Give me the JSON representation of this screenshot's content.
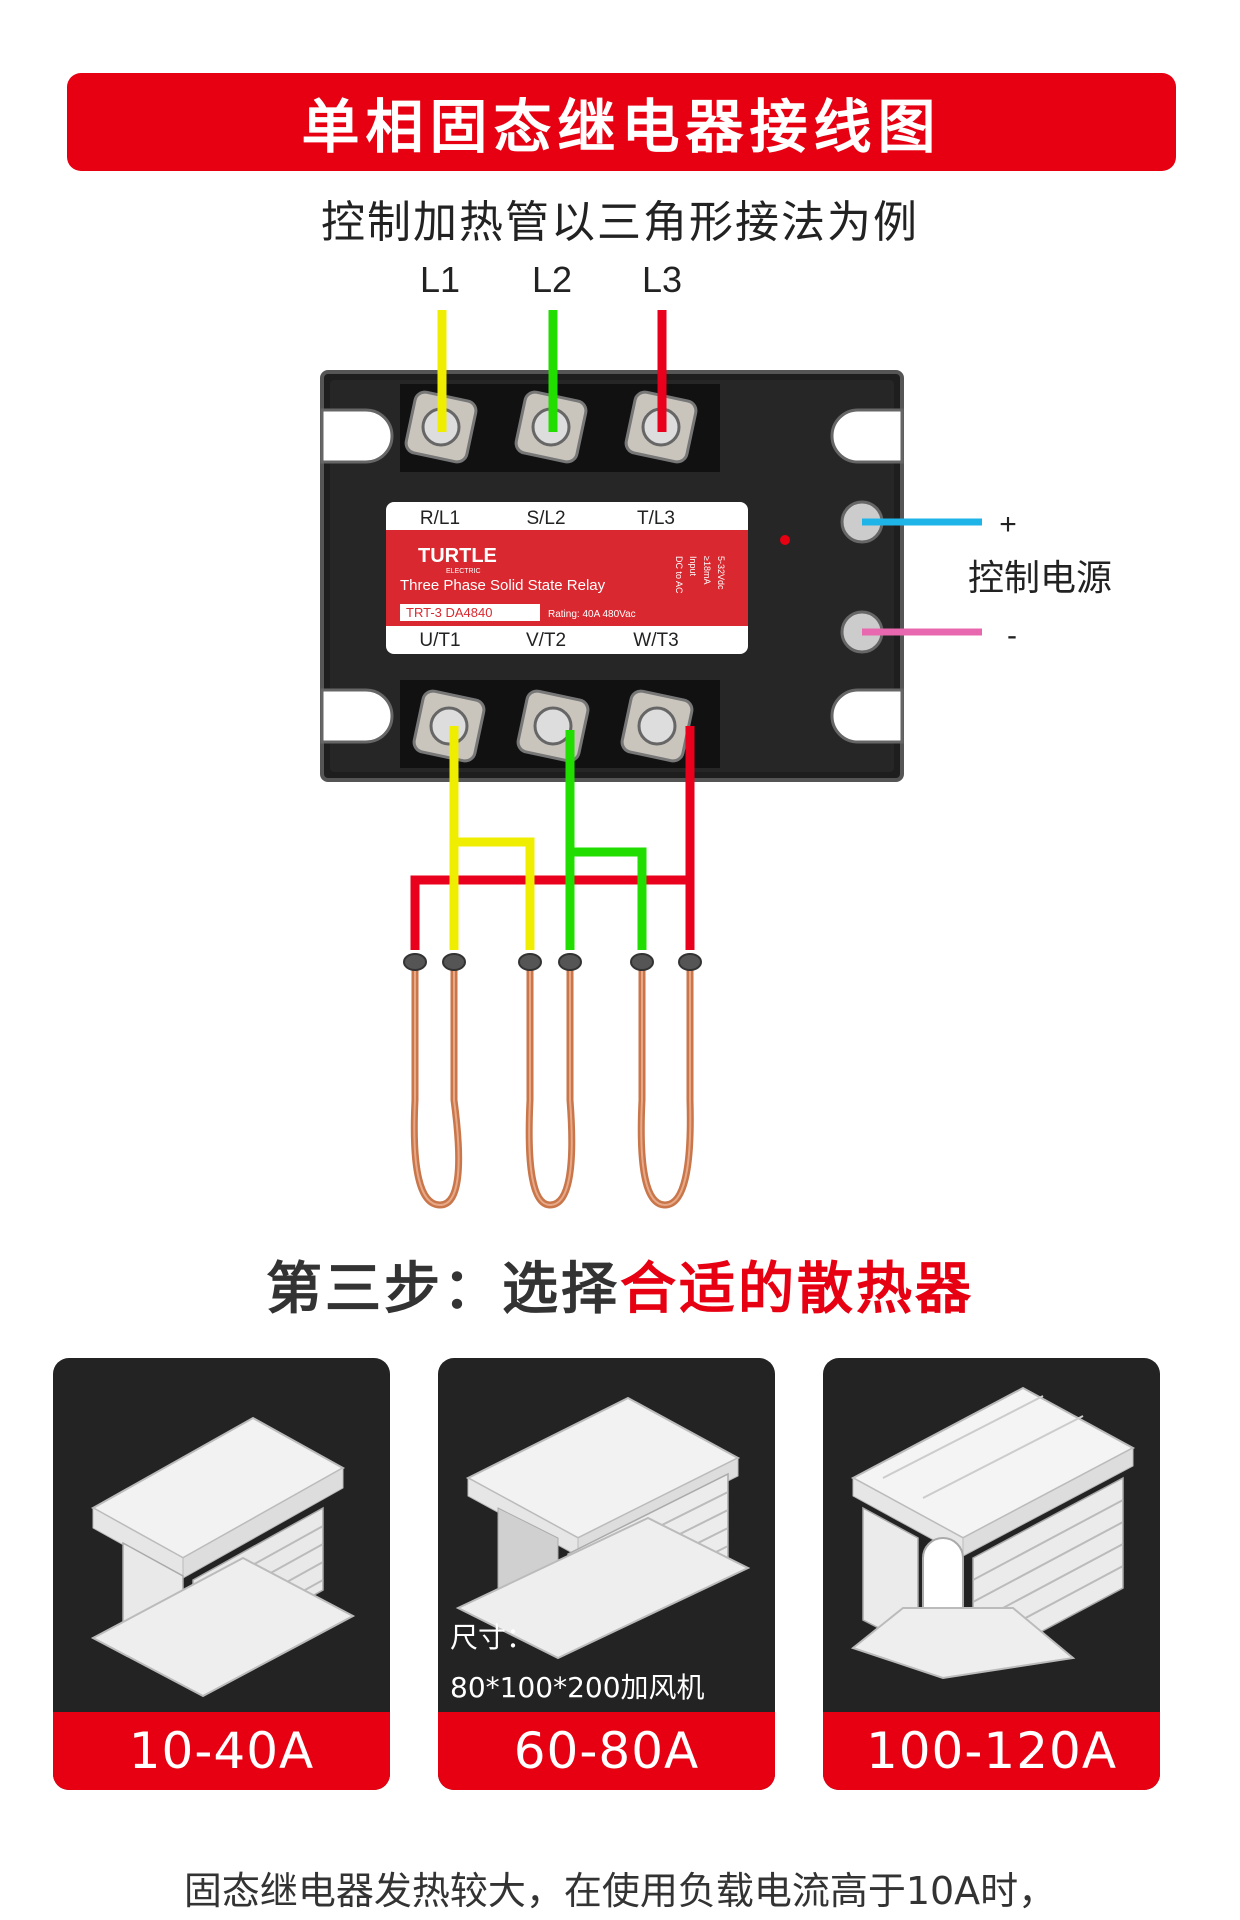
{
  "banner": {
    "title": "单相固态继电器接线图"
  },
  "subtitle": "控制加热管以三角形接法为例",
  "phases": [
    "L1",
    "L2",
    "L3"
  ],
  "relay": {
    "top_terminals": [
      "R/L1",
      "S/L2",
      "T/L3"
    ],
    "bottom_terminals": [
      "U/T1",
      "V/T2",
      "W/T3"
    ],
    "brand": "TURTLE",
    "brand_sub": "ELECTRIC",
    "description": "Three Phase Solid State Relay",
    "model": "TRT-3 DA4840",
    "rating": "Rating: 40A 480Vac",
    "side_text": [
      "DC to AC",
      "Input",
      "≥18mA",
      "5-32Vdc"
    ]
  },
  "control": {
    "plus": "+",
    "minus": "-",
    "label": "控制电源"
  },
  "colors": {
    "accent": "#e60012",
    "L1": "#f0ee00",
    "L2": "#22dd00",
    "L3": "#e8001c",
    "ctrl_plus": "#1eb4e8",
    "ctrl_minus": "#e868b0"
  },
  "step3": {
    "prefix": "第三步：选择",
    "highlight": "合适的散热器"
  },
  "heatsinks": [
    {
      "rating": "10-40A"
    },
    {
      "rating": "60-80A",
      "size_label": "尺寸：",
      "size_value": "80*100*200加风机"
    },
    {
      "rating": "100-120A"
    }
  ],
  "footer": "固态继电器发热较大，在使用负载电流高于10A时，"
}
